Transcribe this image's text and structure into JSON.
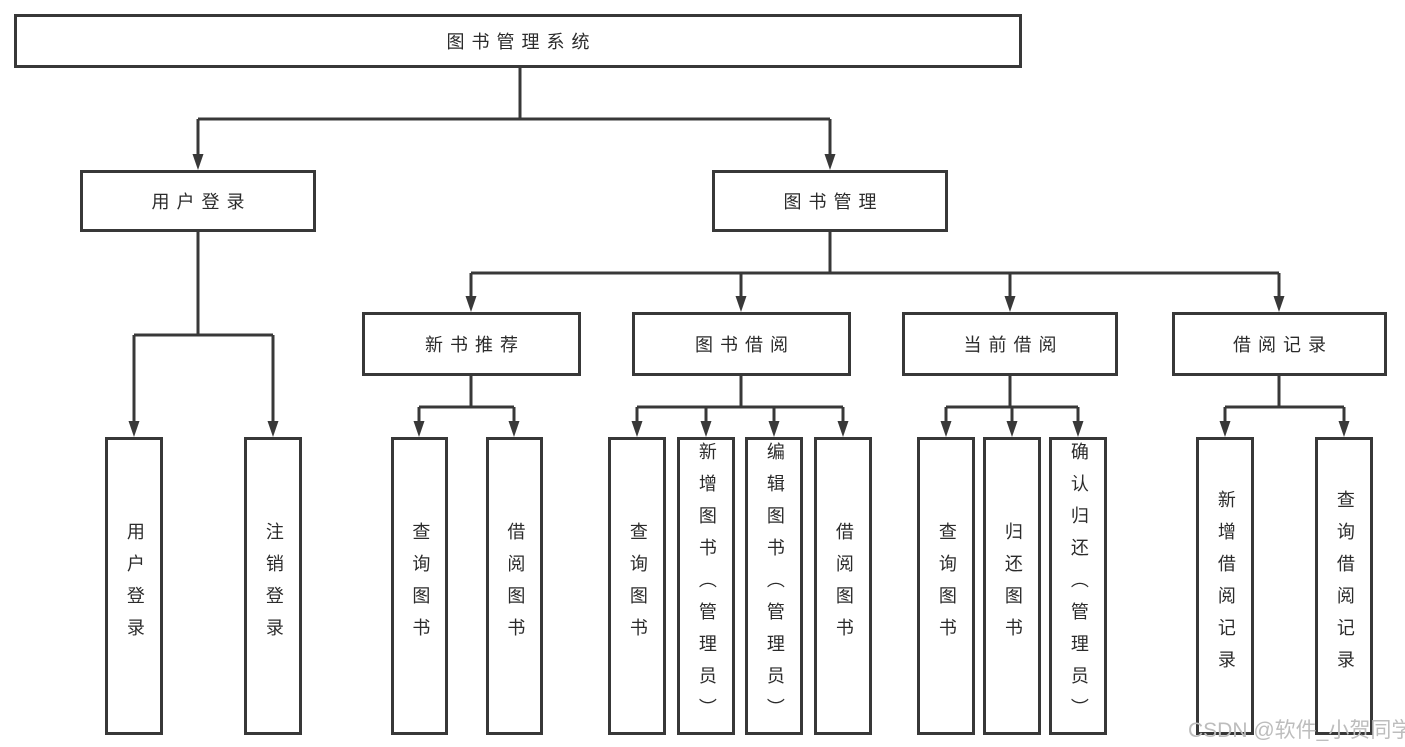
{
  "nodes": {
    "root": "图书管理系统",
    "l1": [
      "用户登录",
      "图书管理"
    ],
    "l2": [
      "新书推荐",
      "图书借阅",
      "当前借阅",
      "借阅记录"
    ],
    "g1": [
      "用户登录",
      "注销登录"
    ],
    "g2": [
      "查询图书",
      "借阅图书"
    ],
    "g3": [
      "查询图书",
      "新增图书（管理员）",
      "编辑图书（管理员）",
      "借阅图书"
    ],
    "g4": [
      "查询图书",
      "归还图书",
      "确认归还（管理员）"
    ],
    "g5": [
      "新增借阅记录",
      "查询借阅记录"
    ]
  },
  "watermark": "CSDN @软件_小贺同学",
  "colors": {
    "line": "#383838",
    "text": "#2b2b2b",
    "watermark": "#bdbdbd",
    "bg": "#ffffff"
  }
}
